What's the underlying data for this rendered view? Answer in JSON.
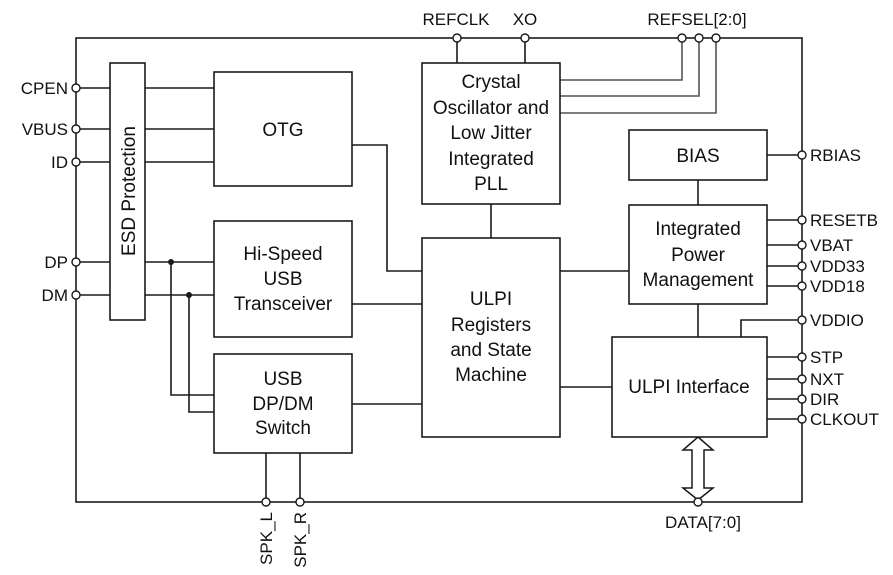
{
  "diagram": {
    "blocks": {
      "esd": "ESD Protection",
      "otg": "OTG",
      "xtal": [
        "Crystal",
        "Oscillator and",
        "Low Jitter",
        "Integrated",
        "PLL"
      ],
      "bias": "BIAS",
      "hs_usb": [
        "Hi-Speed",
        "USB",
        "Transceiver"
      ],
      "ulpi_regs": [
        "ULPI",
        "Registers",
        "and State",
        "Machine"
      ],
      "power": [
        "Integrated",
        "Power",
        "Management"
      ],
      "switch": [
        "USB",
        "DP/DM",
        "Switch"
      ],
      "ulpi_if": "ULPI Interface"
    },
    "pins": {
      "left": [
        "CPEN",
        "VBUS",
        "ID",
        "DP",
        "DM"
      ],
      "top": [
        "REFCLK",
        "XO",
        "REFSEL[2:0]"
      ],
      "right": [
        "RBIAS",
        "RESETB",
        "VBAT",
        "VDD33",
        "VDD18",
        "VDDIO",
        "STP",
        "NXT",
        "DIR",
        "CLKOUT"
      ],
      "bottom": [
        "SPK_L",
        "SPK_R",
        "DATA[7:0]"
      ]
    }
  }
}
